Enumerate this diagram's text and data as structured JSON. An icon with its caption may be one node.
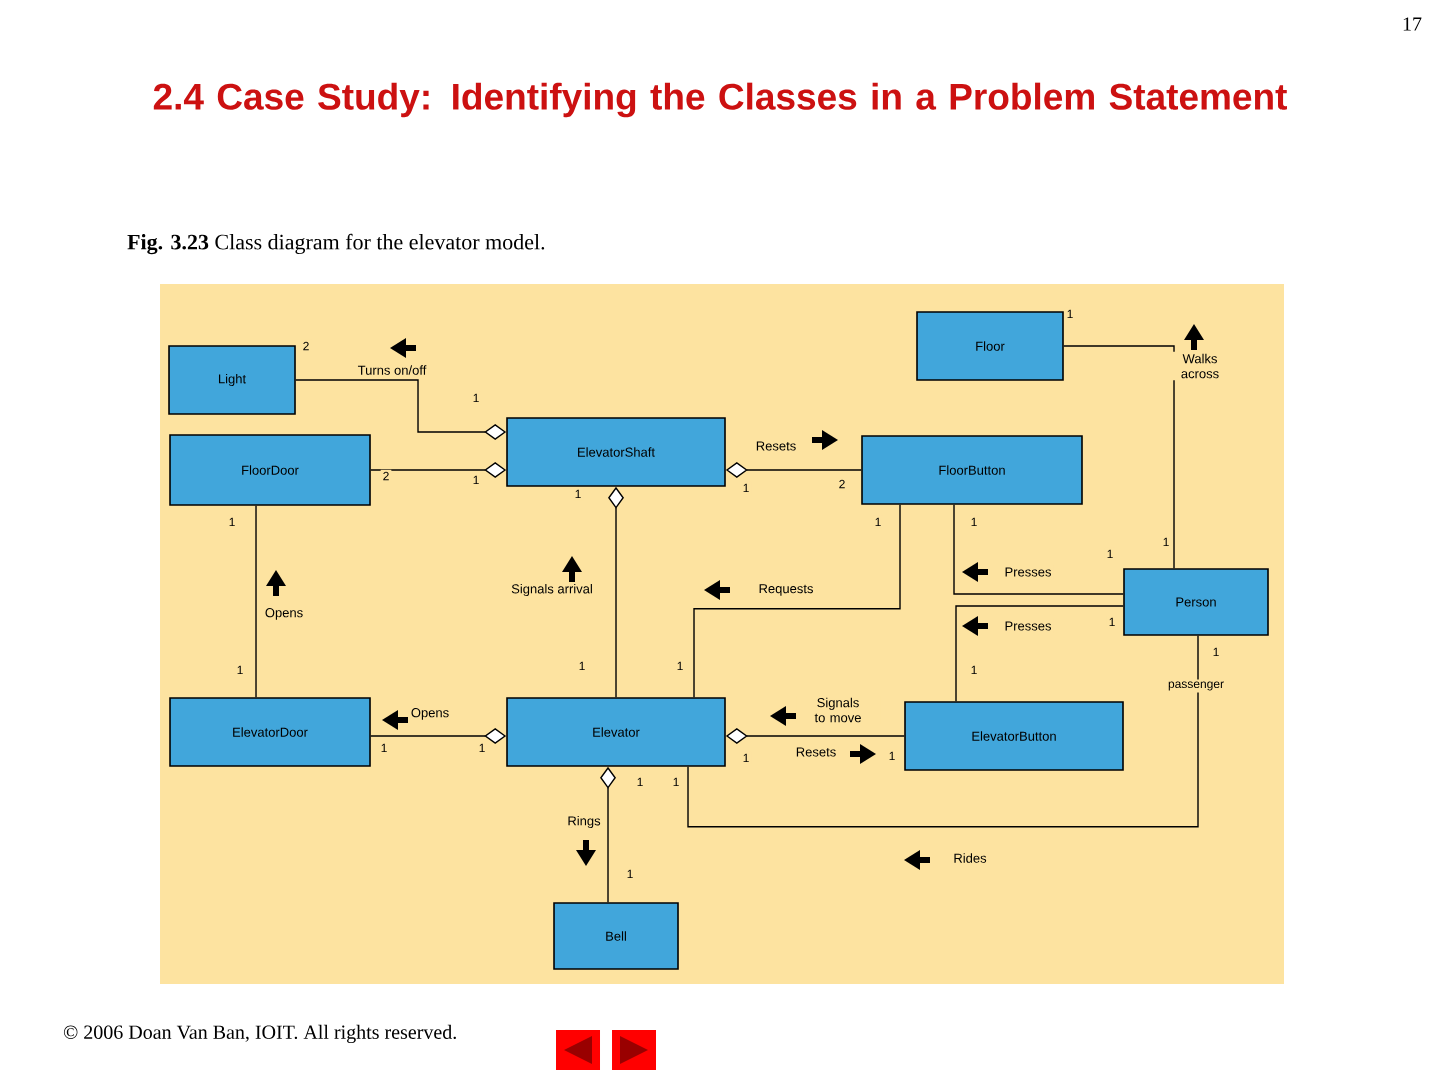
{
  "diagram": {
    "title": "2.4 Case Study: Identifying the Classes in a Problem Statement",
    "caption": "**Fig. 3.23** Class diagram for the elevator model.",
    "nodes": [
      {
        "text": [
          "Light"
        ]
      },
      {
        "text": [
          "Floor"
        ]
      },
      {
        "text": [
          "FloorDoor"
        ]
      },
      {
        "text": [
          "ElevatorShaft"
        ]
      },
      {
        "text": [
          "FloorButton"
        ]
      },
      {
        "text": [
          "Person"
        ]
      },
      {
        "text": [
          "ElevatorDoor"
        ]
      },
      {
        "text": [
          "Elevator"
        ]
      },
      {
        "text": [
          "ElevatorButton"
        ]
      },
      {
        "text": [
          "Bell"
        ]
      }
    ],
    "edges": [
      {
        "from": 3,
        "to": 0,
        "arrow": "other",
        "label": "Turns on/off"
      },
      {
        "from": 3,
        "to": 2,
        "arrow": "other"
      },
      {
        "from": 3,
        "to": 4,
        "arrow": "other",
        "label": "Resets"
      },
      {
        "from": 3,
        "to": 7,
        "arrow": "other",
        "label": "Signals arrival"
      },
      {
        "from": 2,
        "to": 6,
        "arrow": "none",
        "label": "Opens"
      },
      {
        "from": 4,
        "to": 7,
        "arrow": "none",
        "label": "Requests"
      },
      {
        "from": 1,
        "to": 5,
        "arrow": "none",
        "label": "Walks across"
      },
      {
        "from": 4,
        "to": 5,
        "arrow": "none",
        "label": "Presses"
      },
      {
        "from": 8,
        "to": 5,
        "arrow": "none",
        "label": "Presses"
      },
      {
        "from": 7,
        "to": 6,
        "arrow": "other",
        "label": "Opens"
      },
      {
        "from": 7,
        "to": 8,
        "arrow": "other",
        "label": "Signals to move"
      },
      {
        "from": 7,
        "to": 9,
        "arrow": "other",
        "label": "Rings"
      },
      {
        "from": 7,
        "to": 5,
        "arrow": "none",
        "label": "Rides"
      }
    ],
    "labels": [
      "17",
      "1",
      "2",
      "1",
      "2",
      "1",
      "1",
      "1",
      "2",
      "1",
      "1",
      "1",
      "1",
      "1",
      "1",
      "1",
      "1",
      "1",
      "1",
      "1",
      "passenger",
      "1",
      "1",
      "1",
      "1",
      "1",
      "1",
      "1",
      "Resets",
      "© 2006 Doan Van Ban, IOIT.  All rights reserved."
    ]
  }
}
